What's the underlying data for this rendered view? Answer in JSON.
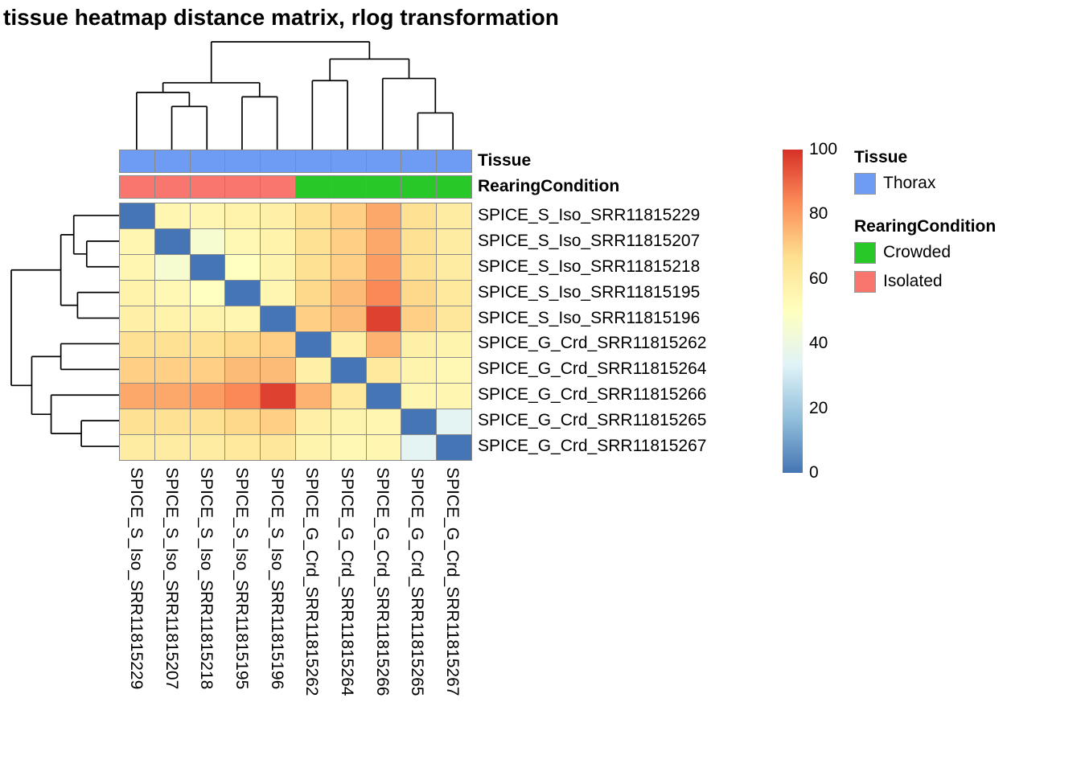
{
  "title": "tissue heatmap distance matrix, rlog transformation",
  "chart_data": {
    "type": "heatmap",
    "title": "tissue heatmap distance matrix, rlog transformation",
    "rows": [
      "SPICE_S_Iso_SRR11815229",
      "SPICE_S_Iso_SRR11815207",
      "SPICE_S_Iso_SRR11815218",
      "SPICE_S_Iso_SRR11815195",
      "SPICE_S_Iso_SRR11815196",
      "SPICE_G_Crd_SRR11815262",
      "SPICE_G_Crd_SRR11815264",
      "SPICE_G_Crd_SRR11815266",
      "SPICE_G_Crd_SRR11815265",
      "SPICE_G_Crd_SRR11815267"
    ],
    "cols": [
      "SPICE_S_Iso_SRR11815229",
      "SPICE_S_Iso_SRR11815207",
      "SPICE_S_Iso_SRR11815218",
      "SPICE_S_Iso_SRR11815195",
      "SPICE_S_Iso_SRR11815196",
      "SPICE_G_Crd_SRR11815262",
      "SPICE_G_Crd_SRR11815264",
      "SPICE_G_Crd_SRR11815266",
      "SPICE_G_Crd_SRR11815265",
      "SPICE_G_Crd_SRR11815267"
    ],
    "matrix": [
      [
        0,
        55,
        55,
        57,
        58,
        66,
        70,
        78,
        66,
        60
      ],
      [
        55,
        0,
        45,
        54,
        57,
        66,
        70,
        78,
        66,
        60
      ],
      [
        55,
        45,
        0,
        50,
        56,
        66,
        70,
        80,
        66,
        60
      ],
      [
        57,
        54,
        50,
        0,
        55,
        68,
        74,
        84,
        68,
        62
      ],
      [
        58,
        57,
        56,
        55,
        0,
        70,
        74,
        97,
        70,
        63
      ],
      [
        66,
        66,
        66,
        68,
        70,
        0,
        58,
        76,
        58,
        56
      ],
      [
        70,
        70,
        70,
        74,
        74,
        58,
        0,
        62,
        56,
        54
      ],
      [
        78,
        78,
        80,
        84,
        97,
        76,
        62,
        0,
        55,
        55
      ],
      [
        66,
        66,
        66,
        68,
        70,
        58,
        56,
        55,
        0,
        35
      ],
      [
        60,
        60,
        60,
        62,
        63,
        56,
        54,
        55,
        35,
        0
      ]
    ],
    "colorscale": {
      "min": 0,
      "max": 100,
      "ticks": [
        100,
        80,
        60,
        40,
        20,
        0
      ],
      "palette": [
        "#4575B4",
        "#91BFDB",
        "#E0F3F8",
        "#FFFFBF",
        "#FEE090",
        "#FC8D59",
        "#D73027"
      ]
    },
    "cell_border_color": "#8a8a8a",
    "annotations": [
      {
        "name": "Tissue",
        "values": [
          "Thorax",
          "Thorax",
          "Thorax",
          "Thorax",
          "Thorax",
          "Thorax",
          "Thorax",
          "Thorax",
          "Thorax",
          "Thorax"
        ],
        "colors": {
          "Thorax": "#6E9BF4"
        },
        "legend": [
          {
            "label": "Thorax",
            "color": "#6E9BF4"
          }
        ]
      },
      {
        "name": "RearingCondition",
        "values": [
          "Isolated",
          "Isolated",
          "Isolated",
          "Isolated",
          "Isolated",
          "Crowded",
          "Crowded",
          "Crowded",
          "Crowded",
          "Crowded"
        ],
        "colors": {
          "Isolated": "#F8766D",
          "Crowded": "#28C828"
        },
        "legend": [
          {
            "label": "Crowded",
            "color": "#28C828"
          },
          {
            "label": "Isolated",
            "color": "#F8766D"
          }
        ]
      }
    ],
    "col_dendrogram": {
      "h": 1.0,
      "c": [
        {
          "h": 0.62,
          "c": [
            {
              "h": 0.53,
              "c": [
                {
                  "leaf": 0
                },
                {
                  "h": 0.4,
                  "c": [
                    {
                      "leaf": 1
                    },
                    {
                      "leaf": 2
                    }
                  ]
                }
              ]
            },
            {
              "h": 0.49,
              "c": [
                {
                  "leaf": 3
                },
                {
                  "leaf": 4
                }
              ]
            }
          ]
        },
        {
          "h": 0.84,
          "c": [
            {
              "h": 0.64,
              "c": [
                {
                  "leaf": 5
                },
                {
                  "leaf": 6
                }
              ]
            },
            {
              "h": 0.66,
              "c": [
                {
                  "leaf": 7
                },
                {
                  "h": 0.34,
                  "c": [
                    {
                      "leaf": 8
                    },
                    {
                      "leaf": 9
                    }
                  ]
                }
              ]
            }
          ]
        }
      ]
    },
    "row_dendrogram": {
      "h": 1.0,
      "c": [
        {
          "h": 0.54,
          "c": [
            {
              "h": 0.42,
              "c": [
                {
                  "leaf": 0
                },
                {
                  "h": 0.3,
                  "c": [
                    {
                      "leaf": 1
                    },
                    {
                      "leaf": 2
                    }
                  ]
                }
              ]
            },
            {
              "h": 0.385,
              "c": [
                {
                  "leaf": 3
                },
                {
                  "leaf": 4
                }
              ]
            }
          ]
        },
        {
          "h": 0.81,
          "c": [
            {
              "h": 0.54,
              "c": [
                {
                  "leaf": 5
                },
                {
                  "leaf": 6
                }
              ]
            },
            {
              "h": 0.63,
              "c": [
                {
                  "leaf": 7
                },
                {
                  "h": 0.35,
                  "c": [
                    {
                      "leaf": 8
                    },
                    {
                      "leaf": 9
                    }
                  ]
                }
              ]
            }
          ]
        }
      ]
    }
  }
}
